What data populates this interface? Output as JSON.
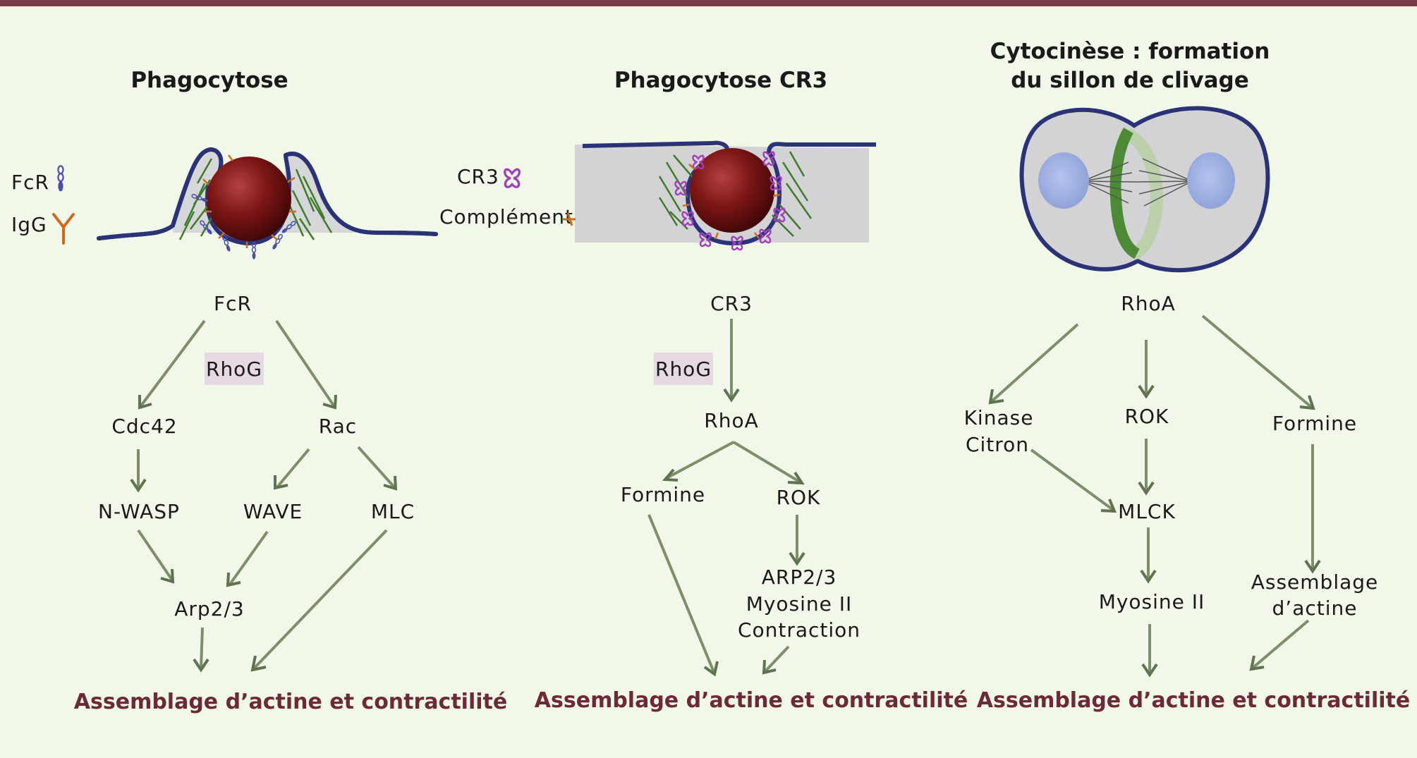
{
  "titles": {
    "phagocytose": "Phagocytose",
    "cr3": "Phagocytose CR3",
    "cyto_line1": "Cytocinèse : formation",
    "cyto_line2": "du sillon de clivage"
  },
  "legend": {
    "fcr": "FcR",
    "igg": "IgG",
    "cr3": "CR3",
    "complement": "Complément"
  },
  "panel1": {
    "fcr": "FcR",
    "rhog": "RhoG",
    "cdc42": "Cdc42",
    "rac": "Rac",
    "nwasp": "N-WASP",
    "wave": "WAVE",
    "mlc": "MLC",
    "arp": "Arp2/3",
    "bottom": "Assemblage d’actine et contractilité"
  },
  "panel2": {
    "cr3": "CR3",
    "rhog": "RhoG",
    "rhoa": "RhoA",
    "formine": "Formine",
    "rok": "ROK",
    "arp": "ARP2/3",
    "myosine": "Myosine II",
    "contraction": "Contraction",
    "bottom": "Assemblage d’actine et contractilité"
  },
  "panel3": {
    "rhoa": "RhoA",
    "kinase": "Kinase",
    "citron": "Citron",
    "rok": "ROK",
    "formine": "Formine",
    "mlck": "MLCK",
    "myosine": "Myosine II",
    "assemblage": "Assemblage",
    "actine": "d’actine",
    "bottom": "Assemblage d’actine et contractilité"
  },
  "colors": {
    "background": "#f2f8e9",
    "top_bar": "#7a3a48",
    "arrow": "#7d8f6a",
    "bottom_text": "#6b2a35",
    "membrane": "#2b3377",
    "particle": "#7a1515",
    "rhog_box": "#e6d9e3",
    "actin": "#3e7a2c",
    "cr3_receptor": "#a03fb8",
    "igg": "#d06a20",
    "nucleus": "#9fb0e2",
    "cell": "#d3d3d6"
  }
}
